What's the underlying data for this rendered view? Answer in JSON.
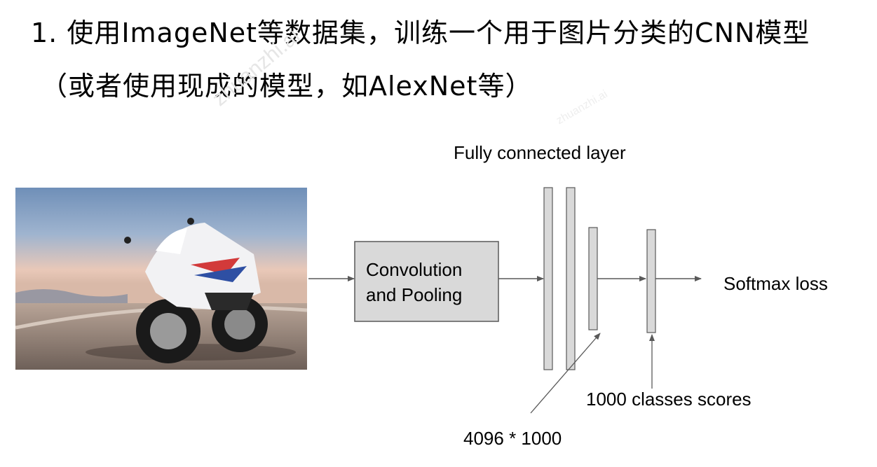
{
  "heading": {
    "line1": "1. 使用ImageNet等数据集，训练一个用于图片分类的CNN模型",
    "line2": "（或者使用现成的模型，如AlexNet等）"
  },
  "watermark": {
    "main": "zhuanzhi.ai",
    "secondary": "zhuanzhi.ai"
  },
  "diagram": {
    "fc_title": "Fully connected layer",
    "conv_box": [
      "Convolution",
      "and Pooling"
    ],
    "output_label": "Softmax loss",
    "scores_label": "1000 classes scores",
    "weights_label": "4096 * 1000"
  },
  "colors": {
    "box_fill": "#d9d9d9",
    "box_stroke": "#595959",
    "arrow": "#595959",
    "text": "#000000"
  },
  "image": {
    "subject": "motorcycle-photo"
  }
}
